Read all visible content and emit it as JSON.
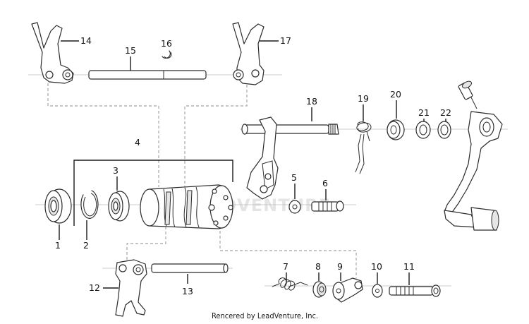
{
  "diagram": {
    "callouts": [
      "1",
      "2",
      "3",
      "4",
      "5",
      "6",
      "7",
      "8",
      "9",
      "10",
      "11",
      "12",
      "13",
      "14",
      "15",
      "16",
      "17",
      "18",
      "19",
      "20",
      "21",
      "22"
    ],
    "watermark": "LEADVENTURE",
    "credit": "Rencered by LeadVenture, Inc."
  }
}
